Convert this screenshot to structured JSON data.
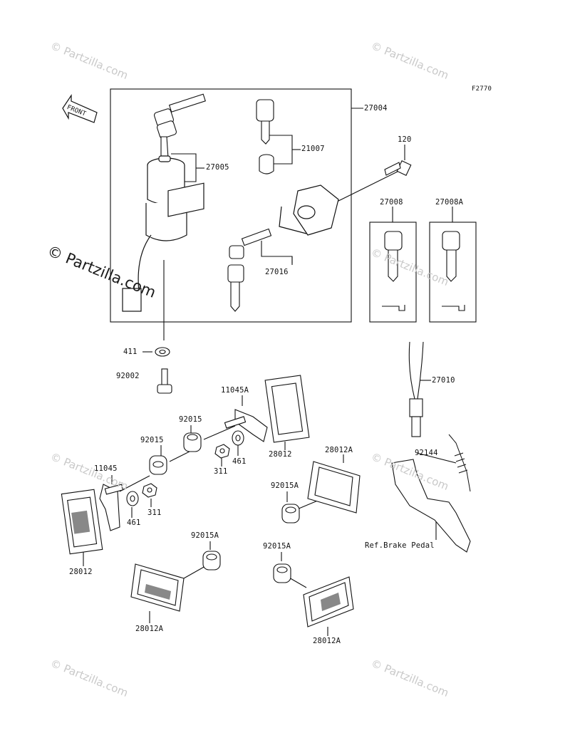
{
  "figure_code": "F2770",
  "watermark": "© Partzilla.com",
  "front_label": "FRONT",
  "reference_label": "Ref.Brake Pedal",
  "parts": {
    "p27004": "27004",
    "p21007": "21007",
    "p27005": "27005",
    "p120": "120",
    "p27008": "27008",
    "p27008A": "27008A",
    "p27016": "27016",
    "p411": "411",
    "p92002": "92002",
    "p11045A": "11045A",
    "p27010": "27010",
    "p92015_a": "92015",
    "p28012_a": "28012",
    "p92015_b": "92015",
    "p311_a": "311",
    "p461_a": "461",
    "p28012A_a": "28012A",
    "p92144": "92144",
    "p11045": "11045",
    "p92015A_a": "92015A",
    "p311_b": "311",
    "p461_b": "461",
    "p28012_b": "28012",
    "p92015A_b": "92015A",
    "p92015A_c": "92015A",
    "p28012A_b": "28012A",
    "p28012A_c": "28012A"
  }
}
